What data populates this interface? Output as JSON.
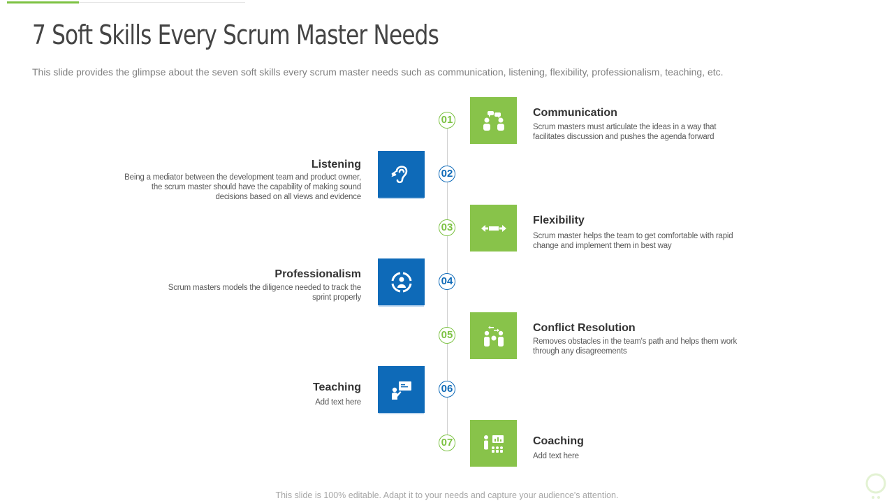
{
  "title": "7 Soft Skills Every Scrum Master Needs",
  "subtitle": "This slide provides the glimpse about the seven soft skills every scrum master needs such as communication, listening, flexibility, professionalism, teaching, etc.",
  "footer": "This slide is 100% editable. Adapt it to your needs and capture your audience's attention.",
  "colors": {
    "green": "#88c34a",
    "blue": "#0e6ab8",
    "text_dark": "#333333",
    "text_muted": "#7f7f7f"
  },
  "skills": [
    {
      "num": "01",
      "title": "Communication",
      "desc": "Scrum masters must articulate the ideas in a way that facilitates discussion and pushes the agenda forward",
      "icon": "discussion-people-icon",
      "color": "green"
    },
    {
      "num": "02",
      "title": "Listening",
      "desc": "Being a mediator between the development team and product owner, the scrum master should have the capability of making sound decisions based on all views and evidence",
      "icon": "ear-icon",
      "color": "blue"
    },
    {
      "num": "03",
      "title": "Flexibility",
      "desc": "Scrum master helps the team to get comfortable with rapid change and implement them in best way",
      "icon": "stretch-arrows-icon",
      "color": "green"
    },
    {
      "num": "04",
      "title": "Professionalism",
      "desc": "Scrum masters models the diligence needed to track the sprint properly",
      "icon": "person-cycle-icon",
      "color": "blue"
    },
    {
      "num": "05",
      "title": "Conflict Resolution",
      "desc": "Removes obstacles in the team's path and helps them work through any disagreements",
      "icon": "conflict-people-icon",
      "color": "green"
    },
    {
      "num": "06",
      "title": "Teaching",
      "desc": "Add text here",
      "icon": "presentation-board-icon",
      "color": "blue"
    },
    {
      "num": "07",
      "title": "Coaching",
      "desc": "Add text here",
      "icon": "coach-audience-icon",
      "color": "green"
    }
  ]
}
